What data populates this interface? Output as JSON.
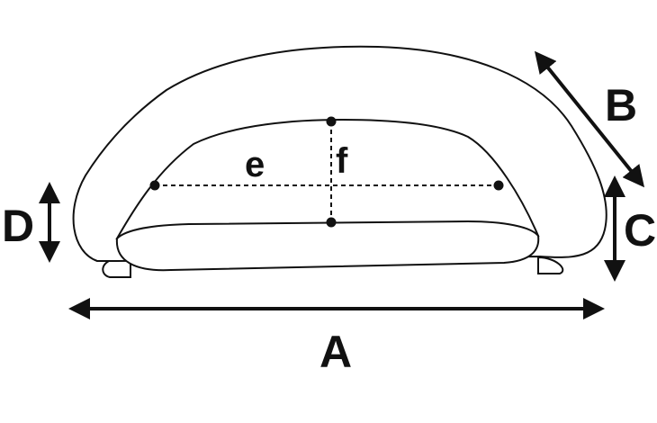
{
  "diagram": {
    "dimensions": {
      "A": "A",
      "B": "B",
      "C": "C",
      "D": "D",
      "e": "e",
      "f": "f"
    },
    "colors": {
      "stroke": "#111111",
      "background": "#ffffff"
    }
  }
}
